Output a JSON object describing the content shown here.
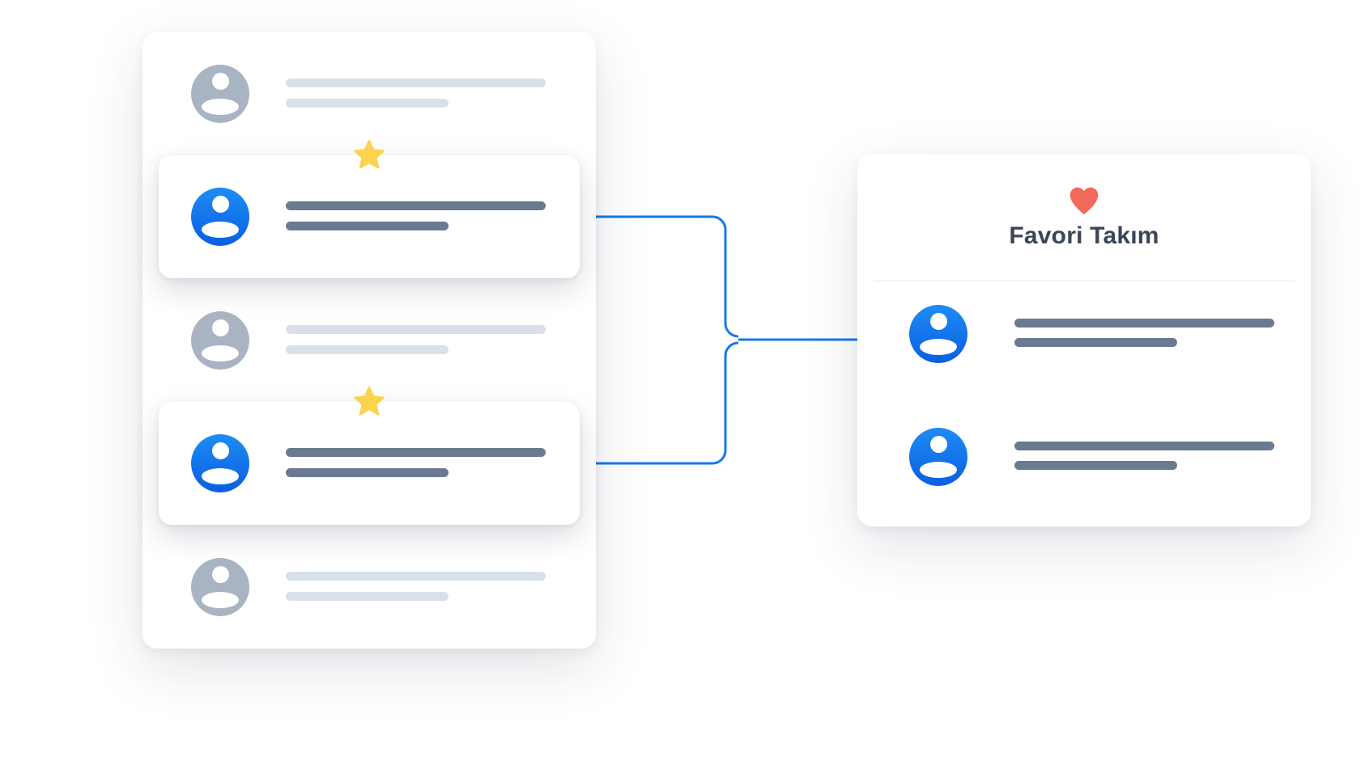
{
  "colors": {
    "accent_blue": "#1579e8",
    "avatar_active": "#0a6ee8",
    "avatar_muted": "#a9b4c2",
    "line_muted": "#d9e0e9",
    "line_active": "#6b7a90",
    "star": "#fcd34d",
    "heart": "#f26a5c",
    "title_text": "#3a4558"
  },
  "list_panel": {
    "rows": [
      {
        "state": "muted",
        "icon": "user-avatar-icon",
        "starred": false
      },
      {
        "state": "selected",
        "icon": "user-avatar-icon",
        "starred": true
      },
      {
        "state": "muted",
        "icon": "user-avatar-icon",
        "starred": false
      },
      {
        "state": "selected",
        "icon": "user-avatar-icon",
        "starred": true
      },
      {
        "state": "muted",
        "icon": "user-avatar-icon",
        "starred": false
      }
    ]
  },
  "team_card": {
    "icon": "heart-icon",
    "title": "Favori Takım",
    "members": [
      {
        "icon": "user-avatar-icon"
      },
      {
        "icon": "user-avatar-icon"
      }
    ]
  }
}
